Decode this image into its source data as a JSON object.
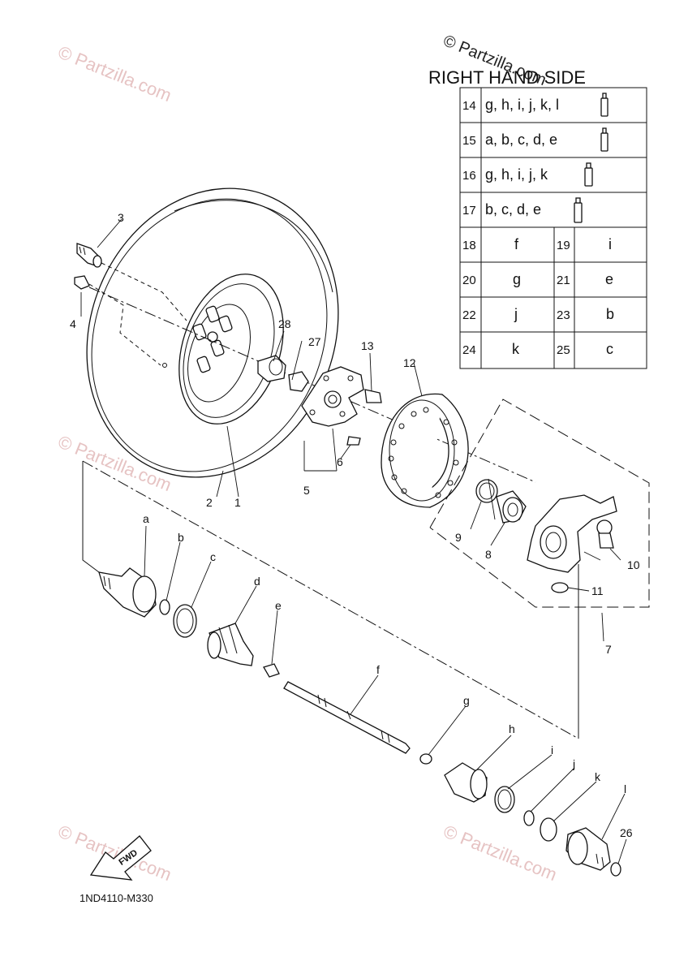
{
  "header": {
    "title": "RIGHT HAND SIDE"
  },
  "watermark": "© Partzilla.com",
  "diagram_code": "1ND4110-M330",
  "fwd_label": "FWD",
  "spec_table": {
    "rows": [
      {
        "num": "14",
        "items": "g, h, i, j, k, l",
        "icon": "grease-tube-icon"
      },
      {
        "num": "15",
        "items": "a, b, c, d, e",
        "icon": "grease-tube-icon"
      },
      {
        "num": "16",
        "items": "g, h, i, j, k",
        "icon": "grease-tube-icon"
      },
      {
        "num": "17",
        "items": "b, c, d, e",
        "icon": "grease-tube-icon"
      }
    ],
    "pairs": [
      {
        "n1": "18",
        "v1": "f",
        "n2": "19",
        "v2": "i"
      },
      {
        "n1": "20",
        "v1": "g",
        "n2": "21",
        "v2": "e"
      },
      {
        "n1": "22",
        "v1": "j",
        "n2": "23",
        "v2": "b"
      },
      {
        "n1": "24",
        "v1": "k",
        "n2": "25",
        "v2": "c"
      }
    ]
  },
  "callouts": {
    "n1": "1",
    "n2": "2",
    "n3": "3",
    "n4": "4",
    "n5": "5",
    "n6": "6",
    "n7": "7",
    "n8": "8",
    "n9": "9",
    "n10": "10",
    "n11": "11",
    "n12": "12",
    "n13": "13",
    "n26": "26",
    "n27": "27",
    "n28": "28",
    "a": "a",
    "b": "b",
    "c": "c",
    "d": "d",
    "e": "e",
    "f": "f",
    "g": "g",
    "h": "h",
    "i": "i",
    "j": "j",
    "k": "k",
    "l": "l"
  }
}
